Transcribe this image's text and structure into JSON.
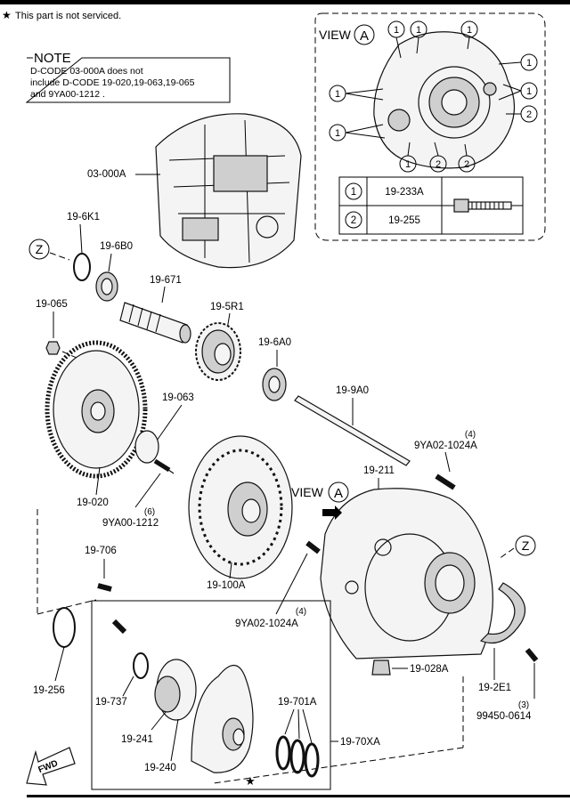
{
  "header": {
    "star_note": "This part is not serviced."
  },
  "note": {
    "title": "NOTE",
    "lines": [
      "D-CODE 03-000A does not",
      "include D-CODE 19-020,19-063,19-065",
      "and 9YA00-1212 ."
    ]
  },
  "view_a": {
    "title": "VIEW",
    "letter": "A",
    "legend": [
      {
        "num": "1",
        "code": "19-233A"
      },
      {
        "num": "2",
        "code": "19-255"
      }
    ]
  },
  "parts": {
    "p03_000A": "03-000A",
    "p19_6K1": "19-6K1",
    "p19_6B0": "19-6B0",
    "p19_671": "19-671",
    "p19_5R1": "19-5R1",
    "p19_065": "19-065",
    "p19_6A0": "19-6A0",
    "p19_9A0": "19-9A0",
    "p19_063": "19-063",
    "p19_020": "19-020",
    "p9YA00_1212": "9YA00-1212",
    "p9YA00_1212_qty": "(6)",
    "p9YA02_1024A_top": "9YA02-1024A",
    "p9YA02_1024A_top_qty": "(4)",
    "p19_211": "19-211",
    "p19_706": "19-706",
    "p19_100A": "19-100A",
    "p9YA02_1024A_bot": "9YA02-1024A",
    "p9YA02_1024A_bot_qty": "(4)",
    "p19_256": "19-256",
    "p19_737": "19-737",
    "p19_241": "19-241",
    "p19_240": "19-240",
    "p19_701A": "19-701A",
    "p19_70XA": "19-70XA",
    "p19_028A": "19-028A",
    "p19_2E1": "19-2E1",
    "p99450_0614": "99450-0614",
    "p99450_0614_qty": "(3)"
  },
  "markers": {
    "z": "Z",
    "a": "A",
    "view": "VIEW",
    "fwd": "FWD",
    "star": "★",
    "one": "1",
    "two": "2"
  }
}
